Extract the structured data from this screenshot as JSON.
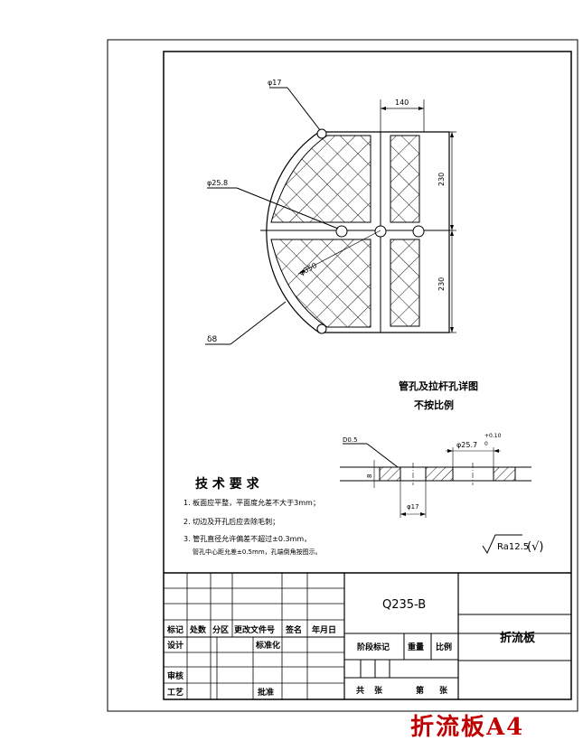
{
  "drawing": {
    "dims": {
      "d17": "φ17",
      "d25_8": "φ25.8",
      "w140": "140",
      "h230_top": "230",
      "h230_bottom": "230",
      "r350": "φ350",
      "delta8": "δ8",
      "d0_5": "D0.5",
      "d25_7": "φ25.7",
      "tol_upper": "+0.10",
      "tol_lower": "0",
      "t8": "8",
      "d17_section": "φ17"
    },
    "hole_note": {
      "line1": "管孔及拉杆孔详图",
      "line2": "不按比例"
    },
    "tech_req": {
      "title": "技 术 要 求",
      "item1": "1. 板面应平整，平面度允差不大于3mm；",
      "item2": "2. 切边及开孔后应去除毛刺；",
      "item3a": "3. 管孔直径允许偏差不超过±0.3mm，",
      "item3b": "管孔中心距允差±0.5mm，孔端倒角按图示。"
    },
    "roughness": {
      "value": "Ra12.5",
      "mark": "(√)"
    }
  },
  "title_block": {
    "material": "Q235-B",
    "part_name": "折流板",
    "headers": {
      "mark": "标记",
      "count": "处数",
      "zone": "分区",
      "doc_no": "更改文件号",
      "sign": "签名",
      "date": "年月日"
    },
    "rows": {
      "design": "设计",
      "standardize": "标准化",
      "review": "审核",
      "process": "工艺",
      "approve": "批准"
    },
    "labels": {
      "stage_mark": "阶段标记",
      "weight": "重量",
      "scale": "比例",
      "total": "共",
      "sheets": "张",
      "sheet_no": "第",
      "sheets2": "张"
    }
  },
  "footer_title": "折流板A4"
}
